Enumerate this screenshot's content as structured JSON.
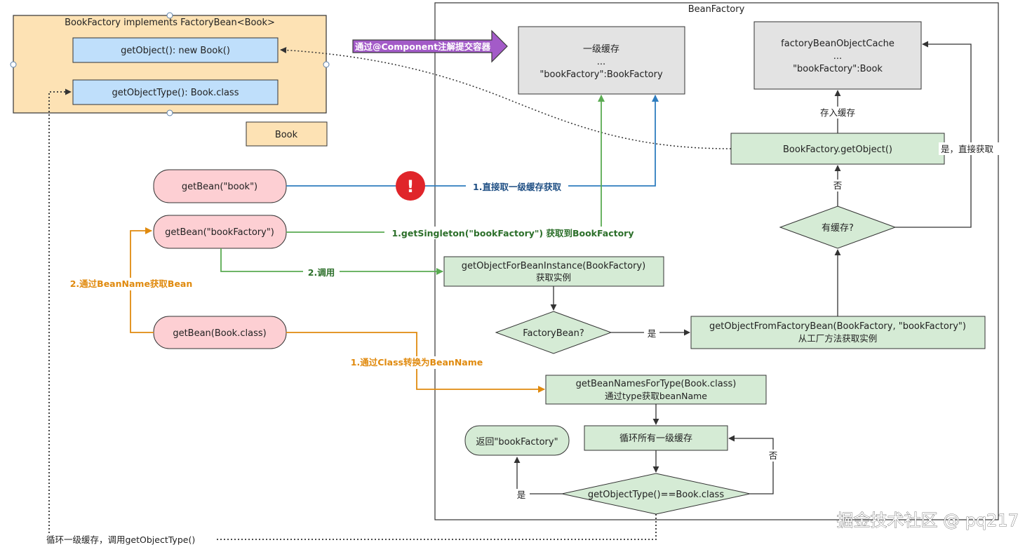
{
  "colors": {
    "orange_fill": "#fde2b4",
    "blue_fill": "#bfdffb",
    "pink_fill": "#fdcfd3",
    "green_fill": "#d5ebd5",
    "gray_fill": "#e3e3e3",
    "blue_line": "#2f7dbf",
    "green_line": "#5aab52",
    "orange_line": "#e08a0e",
    "purple_arrow": "#a35bc8",
    "alert_red": "#e0252a"
  },
  "factory_container": {
    "title": "BookFactory implements FactoryBean<Book>",
    "get_object": "getObject(): new Book()",
    "get_object_type": "getObjectType(): Book.class"
  },
  "book_box": "Book",
  "component_arrow_label": "通过@Component注解提交容器",
  "bean_factory_title": "BeanFactory",
  "cache1": {
    "line1": "一级缓存",
    "line2": "...",
    "line3": "\"bookFactory\":BookFactory"
  },
  "cache2": {
    "line1": "factoryBeanObjectCache",
    "line2": "...",
    "line3": "\"bookFactory\":Book"
  },
  "store_cache_label": "存入缓存",
  "book_factory_get_object": "BookFactory.getObject()",
  "yes_direct_label": "是，直接获取",
  "no_label_1": "否",
  "has_cache": "有缓存?",
  "get_bean_book": "getBean(\"book\")",
  "alert_icon": "!",
  "direct_cache_label": "1.直接取一级缓存获取",
  "get_bean_bookfactory": "getBean(\"bookFactory\")",
  "get_singleton_label": "1.getSingleton(\"bookFactory\") 获取到BookFactory",
  "call_label": "2.调用",
  "get_object_for_bean_instance": {
    "line1": "getObjectForBeanInstance(BookFactory)",
    "line2": "获取实例"
  },
  "by_beanname_label": "2.通过BeanName获取Bean",
  "factory_bean_question": "FactoryBean?",
  "yes_label_1": "是",
  "get_object_from_factory_bean": {
    "line1": "getObjectFromFactoryBean(BookFactory, \"bookFactory\")",
    "line2": "从工厂方法获取实例"
  },
  "get_bean_class": "getBean(Book.class)",
  "class_to_beanname_label": "1.通过Class转换为BeanName",
  "get_bean_names_for_type": {
    "line1": "getBeanNamesForType(Book.class)",
    "line2": "通过type获取beanName"
  },
  "return_bookfactory": "返回\"bookFactory\"",
  "loop_cache": "循环所有一级缓存",
  "no_label_2": "否",
  "yes_label_2": "是",
  "object_type_check": "getObjectType()==Book.class",
  "bottom_loop_label": "循环一级缓存，调用getObjectType()",
  "watermark": "掘金技术社区 @ pq217"
}
